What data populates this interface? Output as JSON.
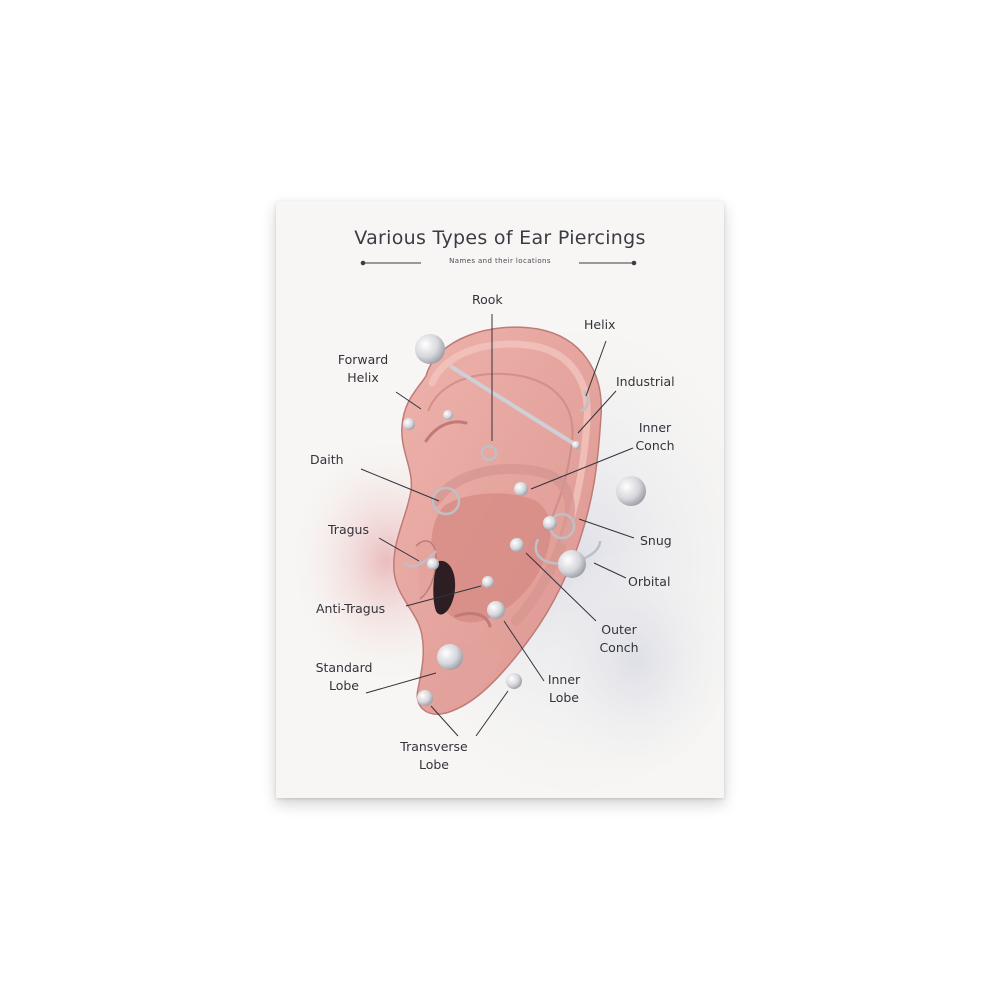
{
  "title": "Various Types of Ear Piercings",
  "subtitle": "Names and their locations",
  "labels": {
    "rook": "Rook",
    "helix": "Helix",
    "forward_helix": "Forward Helix",
    "industrial": "Industrial",
    "inner_conch": "Inner Conch",
    "daith": "Daith",
    "tragus": "Tragus",
    "snug": "Snug",
    "orbital": "Orbital",
    "anti_tragus": "Anti-Tragus",
    "outer_conch": "Outer Conch",
    "standard_lobe": "Standard Lobe",
    "inner_lobe": "Inner Lobe",
    "transverse_lobe": "Transverse Lobe"
  },
  "colors": {
    "ear_skin": "#e8a9a2",
    "ear_shadow": "#c97f7c",
    "jewelry": "#d8d8dc",
    "ink": "#33333c"
  }
}
